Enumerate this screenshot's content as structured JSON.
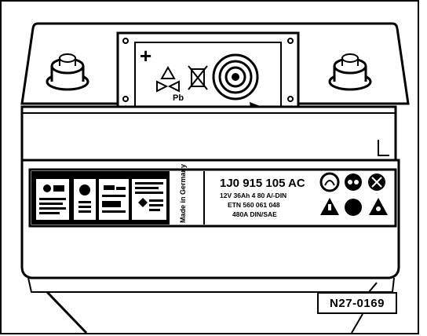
{
  "figure": {
    "reference_code": "N27-0169",
    "vent_cover": {
      "plus_symbol": "+",
      "pb_mark": "Pb"
    },
    "label": {
      "part_number": "1J0 915 105 AC",
      "spec_line_1": "12V 36Ah 4 80 A/-DIN",
      "spec_line_2": "ETN 560 061 048",
      "spec_line_3": "480A DIN/SAE",
      "side_text": "Made in Germany"
    }
  }
}
